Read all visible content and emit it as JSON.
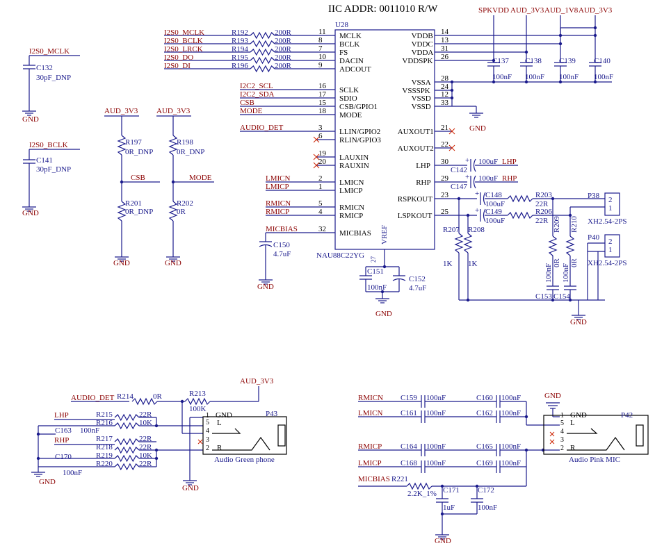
{
  "title": "IIC ADDR: 0011010 R/W",
  "ic": {
    "ref": "U28",
    "part": "NAU88C22YG",
    "vref": "VREF",
    "vref_pin": "27",
    "left_pins": [
      {
        "num": "11",
        "name": "MCLK",
        "net": "I2S0_MCLK",
        "res": "R192",
        "val": "200R"
      },
      {
        "num": "8",
        "name": "BCLK",
        "net": "I2S0_BCLK",
        "res": "R193",
        "val": "200R"
      },
      {
        "num": "7",
        "name": "FS",
        "net": "I2S0_LRCK",
        "res": "R194",
        "val": "200R"
      },
      {
        "num": "10",
        "name": "DACIN",
        "net": "I2S0_DO",
        "res": "R195",
        "val": "200R"
      },
      {
        "num": "9",
        "name": "ADCOUT",
        "net": "I2S0_DI",
        "res": "R196",
        "val": "200R"
      },
      {
        "num": "16",
        "name": "SCLK",
        "net": "I2C2_SCL"
      },
      {
        "num": "17",
        "name": "SDIO",
        "net": "I2C2_SDA"
      },
      {
        "num": "15",
        "name": "CSB/GPIO1",
        "net": "CSB"
      },
      {
        "num": "18",
        "name": "MODE",
        "net": "MODE"
      },
      {
        "num": "3",
        "name": "LLIN/GPIO2",
        "net": "AUDIO_DET"
      },
      {
        "num": "6",
        "name": "RLIN/GPIO3",
        "net": ""
      },
      {
        "num": "19",
        "name": "LAUXIN",
        "net": ""
      },
      {
        "num": "20",
        "name": "RAUXIN",
        "net": ""
      },
      {
        "num": "2",
        "name": "LMICN",
        "net": "LMICN"
      },
      {
        "num": "1",
        "name": "LMICP",
        "net": "LMICP"
      },
      {
        "num": "5",
        "name": "RMICN",
        "net": "RMICN"
      },
      {
        "num": "4",
        "name": "RMICP",
        "net": "RMICP"
      },
      {
        "num": "32",
        "name": "MICBIAS",
        "net": "MICBIAS"
      }
    ],
    "right_pins": [
      {
        "num": "14",
        "name": "VDDB"
      },
      {
        "num": "13",
        "name": "VDDC"
      },
      {
        "num": "31",
        "name": "VDDA"
      },
      {
        "num": "26",
        "name": "VDDSPK"
      },
      {
        "num": "28",
        "name": "VSSA"
      },
      {
        "num": "24",
        "name": "VSSSPK"
      },
      {
        "num": "12",
        "name": "VSSD"
      },
      {
        "num": "33",
        "name": "VSSD"
      },
      {
        "num": "21",
        "name": "AUXOUT1"
      },
      {
        "num": "22",
        "name": "AUXOUT2"
      },
      {
        "num": "30",
        "name": "LHP"
      },
      {
        "num": "29",
        "name": "RHP"
      },
      {
        "num": "23",
        "name": "RSPKOUT"
      },
      {
        "num": "25",
        "name": "LSPKOUT"
      }
    ]
  },
  "power_nets": [
    "SPKVDD",
    "AUD_3V3",
    "AUD_1V8",
    "AUD_3V3"
  ],
  "decoupling": [
    {
      "ref": "C137",
      "val": "100nF"
    },
    {
      "ref": "C138",
      "val": "100nF"
    },
    {
      "ref": "C139",
      "val": "100nF"
    },
    {
      "ref": "C140",
      "val": "100nF"
    }
  ],
  "labels": {
    "gnd": "GND",
    "aud3v3": "AUD_3V3",
    "i2s_mclk": "I2S0_MCLK",
    "i2s_bclk": "I2S0_BCLK",
    "c132": "C132",
    "c132_val": "30pF_DNP",
    "c141": "C141",
    "c141_val": "30pF_DNP",
    "r197": "R197",
    "r197_val": "0R_DNP",
    "r198": "R198",
    "r198_val": "0R_DNP",
    "r201": "R201",
    "r201_val": "0R_DNP",
    "r202": "R202",
    "r202_val": "0R",
    "csb": "CSB",
    "mode": "MODE",
    "c150": "C150",
    "c150_val": "4.7uF",
    "c151": "C151",
    "c151_val": "100nF",
    "c152": "C152",
    "c152_val": "4.7uF",
    "c142": "C142",
    "c142_val": "100uF",
    "lhp": "LHP",
    "c147": "C147",
    "c147_val": "100uF",
    "rhp": "RHP",
    "c148": "C148",
    "c148_val": "100uF",
    "c149": "C149",
    "c149_val": "100uF",
    "r203": "R203",
    "r203_val": "22R",
    "r206": "R206",
    "r206_val": "22R",
    "r207": "R207",
    "r207_val": "1K",
    "r208": "R208",
    "r208_val": "1K",
    "r209": "R209",
    "r209_val": "0R",
    "r210": "R210",
    "r210_val": "0R",
    "c153": "C153",
    "c153_val": "100nF",
    "c154": "C154",
    "c154_val": "100nF",
    "p38": "P38",
    "p40": "P40",
    "xh": "XH2.54-2PS",
    "pin1": "1",
    "pin2": "2",
    "plus": "+"
  },
  "headphone": {
    "audio_det": "AUDIO_DET",
    "r214": "R214",
    "r214_val": "0R",
    "r213": "R213",
    "r213_val": "100K",
    "aud3v3": "AUD_3V3",
    "lhp": "LHP",
    "rhp": "RHP",
    "r215": "R215",
    "r215_val": "22R",
    "r216": "R216",
    "r216_val": "10K",
    "r217": "R217",
    "r217_val": "22R",
    "r218": "R218",
    "r218_val": "22R",
    "r219": "R219",
    "r219_val": "10K",
    "r220": "R220",
    "r220_val": "22R",
    "c163": "C163",
    "c163_val": "100nF",
    "c170": "C170",
    "c170_val": "100nF",
    "jack": "P43",
    "jack_name": "Audio Green phone",
    "pins": [
      "1",
      "5",
      "4",
      "3",
      "2"
    ],
    "pinlabels": {
      "gnd": "GND",
      "l": "L",
      "r": "R"
    }
  },
  "mic": {
    "rmicn": "RMICN",
    "lmicn": "LMICN",
    "rmicp": "RMICP",
    "lmicp": "LMICP",
    "c159": "C159",
    "c160": "C160",
    "c161": "C161",
    "c162": "C162",
    "c164": "C164",
    "c165": "C165",
    "c168": "C168",
    "c169": "C169",
    "cap_val": "100nF",
    "micbias": "MICBIAS",
    "r221": "R221",
    "r221_val": "2.2K_1%",
    "c171": "C171",
    "c171_val": "1uF",
    "c172": "C172",
    "c172_val": "100nF",
    "jack": "P42",
    "jack_name": "Audio Pink MIC",
    "pins": [
      "1",
      "5",
      "4",
      "3",
      "2"
    ],
    "pinlabels": {
      "gnd": "GND",
      "l": "L",
      "r": "R"
    }
  }
}
